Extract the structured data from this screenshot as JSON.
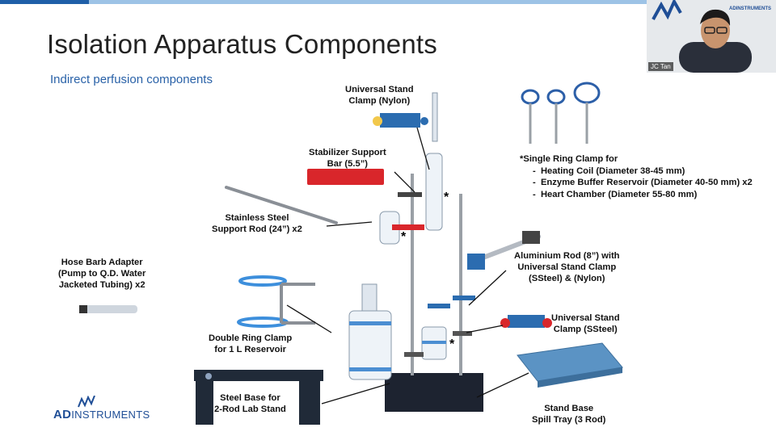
{
  "slide": {
    "title": "Isolation Apparatus Components",
    "subtitle": "Indirect perfusion components"
  },
  "labels": {
    "stand_clamp_nylon": [
      "Universal Stand",
      "Clamp (Nylon)"
    ],
    "stabilizer": [
      "Stabilizer Support",
      "Bar (5.5”)"
    ],
    "support_rod": [
      "Stainless Steel",
      "Support Rod (24”) x2"
    ],
    "hose_barb": [
      "Hose Barb Adapter",
      "(Pump to Q.D. Water",
      "Jacketed Tubing) x2"
    ],
    "double_ring": [
      "Double Ring Clamp",
      "for 1 L Reservoir"
    ],
    "steel_base": [
      "Steel Base for",
      "2-Rod Lab Stand"
    ],
    "aluminium_rod": [
      "Aluminium Rod (8”) with",
      "Universal Stand Clamp",
      "(SSteel) & (Nylon)"
    ],
    "stand_clamp_steel": [
      "Universal Stand",
      "Clamp (SSteel)"
    ],
    "spill_tray": [
      "Stand Base",
      "Spill Tray (3 Rod)"
    ]
  },
  "single_ring": {
    "heading": "*Single Ring Clamp for",
    "items": [
      "Heating Coil (Diameter 38-45 mm)",
      "Enzyme Buffer Reservoir (Diameter 40-50 mm) x2",
      "Heart Chamber (Diameter 55-80 mm)"
    ]
  },
  "asterisk": "*",
  "brand": {
    "ad": "AD",
    "rest": "INSTRUMENTS"
  },
  "video": {
    "participant_name": "JC Tan",
    "logo_text": "ADINSTRUMENTS"
  },
  "colors": {
    "title": "#222222",
    "subtitle": "#2a62a8",
    "brand": "#1f4e96",
    "clamp_red": "#d9262b",
    "clamp_blue": "#2b6cb0",
    "tray": "#4f87b8"
  }
}
